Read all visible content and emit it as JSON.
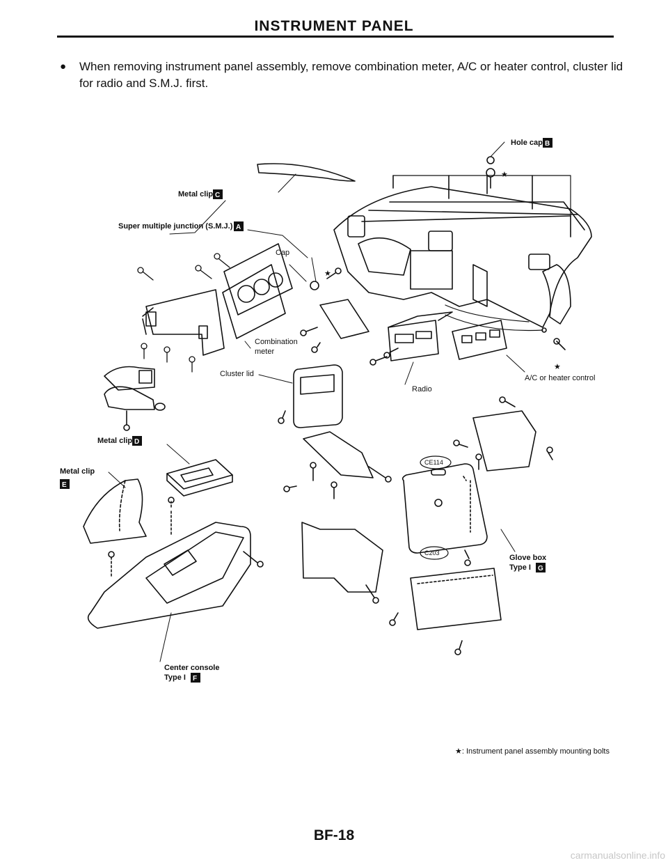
{
  "header": {
    "title": "INSTRUMENT PANEL"
  },
  "instruction": {
    "text": "When removing instrument panel assembly, remove combination meter, A/C or heater control, cluster lid for radio and S.M.J. first."
  },
  "labels": {
    "hole_cap": "Hole cap",
    "metal_clip_c": "Metal clip",
    "smj": "Super multiple junction (S.M.J.)",
    "cap": "Cap",
    "combination_meter_1": "Combination",
    "combination_meter_2": "meter",
    "cluster_lid": "Cluster lid",
    "radio": "Radio",
    "ac_heater": "A/C or heater control",
    "metal_clip_d": "Metal clip",
    "metal_clip_e": "Metal clip",
    "glove_box_1": "Glove box",
    "glove_box_2": "Type I",
    "center_console_1": "Center console",
    "center_console_2": "Type I"
  },
  "keys": {
    "a": "A",
    "b": "B",
    "c": "C",
    "d": "D",
    "e": "E",
    "f": "F",
    "g": "G"
  },
  "connectors": {
    "c1": "CE114",
    "c2": "C203"
  },
  "star": "★",
  "footnote": {
    "star": "★",
    "text": ": Instrument panel assembly mounting bolts"
  },
  "footer": {
    "page_number": "BF-18",
    "watermark": "carmanualsonline.info"
  }
}
